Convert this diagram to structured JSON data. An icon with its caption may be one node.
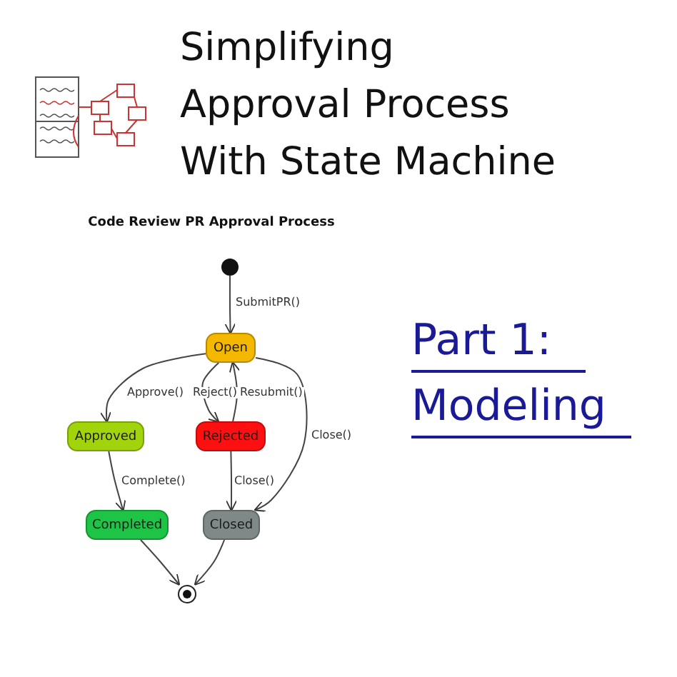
{
  "diagram": {
    "title": "Simplifying Approval Process With State Machine",
    "nodes": [
      {
        "text": [],
        "shape": "circle"
      },
      {
        "text": [
          "Open"
        ]
      },
      {
        "text": [
          "Approved"
        ]
      },
      {
        "text": [
          "Rejected"
        ]
      },
      {
        "text": [
          "Completed"
        ]
      },
      {
        "text": [
          "Closed"
        ]
      },
      {
        "text": [],
        "shape": "circle"
      }
    ],
    "edges": [
      {
        "from": 0,
        "to": 1,
        "arrow": "to",
        "label": "SubmitPR()"
      },
      {
        "from": 1,
        "to": 2,
        "arrow": "to",
        "label": "Approve()"
      },
      {
        "from": 1,
        "to": 3,
        "arrow": "to",
        "label": "Reject()"
      },
      {
        "from": 3,
        "to": 1,
        "arrow": "to",
        "label": "Resubmit()"
      },
      {
        "from": 1,
        "to": 5,
        "arrow": "to",
        "label": "Close()"
      },
      {
        "from": 2,
        "to": 4,
        "arrow": "to",
        "label": "Complete()"
      },
      {
        "from": 3,
        "to": 5,
        "arrow": "to",
        "label": "Close()"
      },
      {
        "from": 4,
        "to": 6,
        "arrow": "to"
      },
      {
        "from": 5,
        "to": 6,
        "arrow": "to"
      }
    ],
    "labels": [
      "Code Review PR Approval Process",
      "Part 1:",
      "Modeling"
    ]
  }
}
